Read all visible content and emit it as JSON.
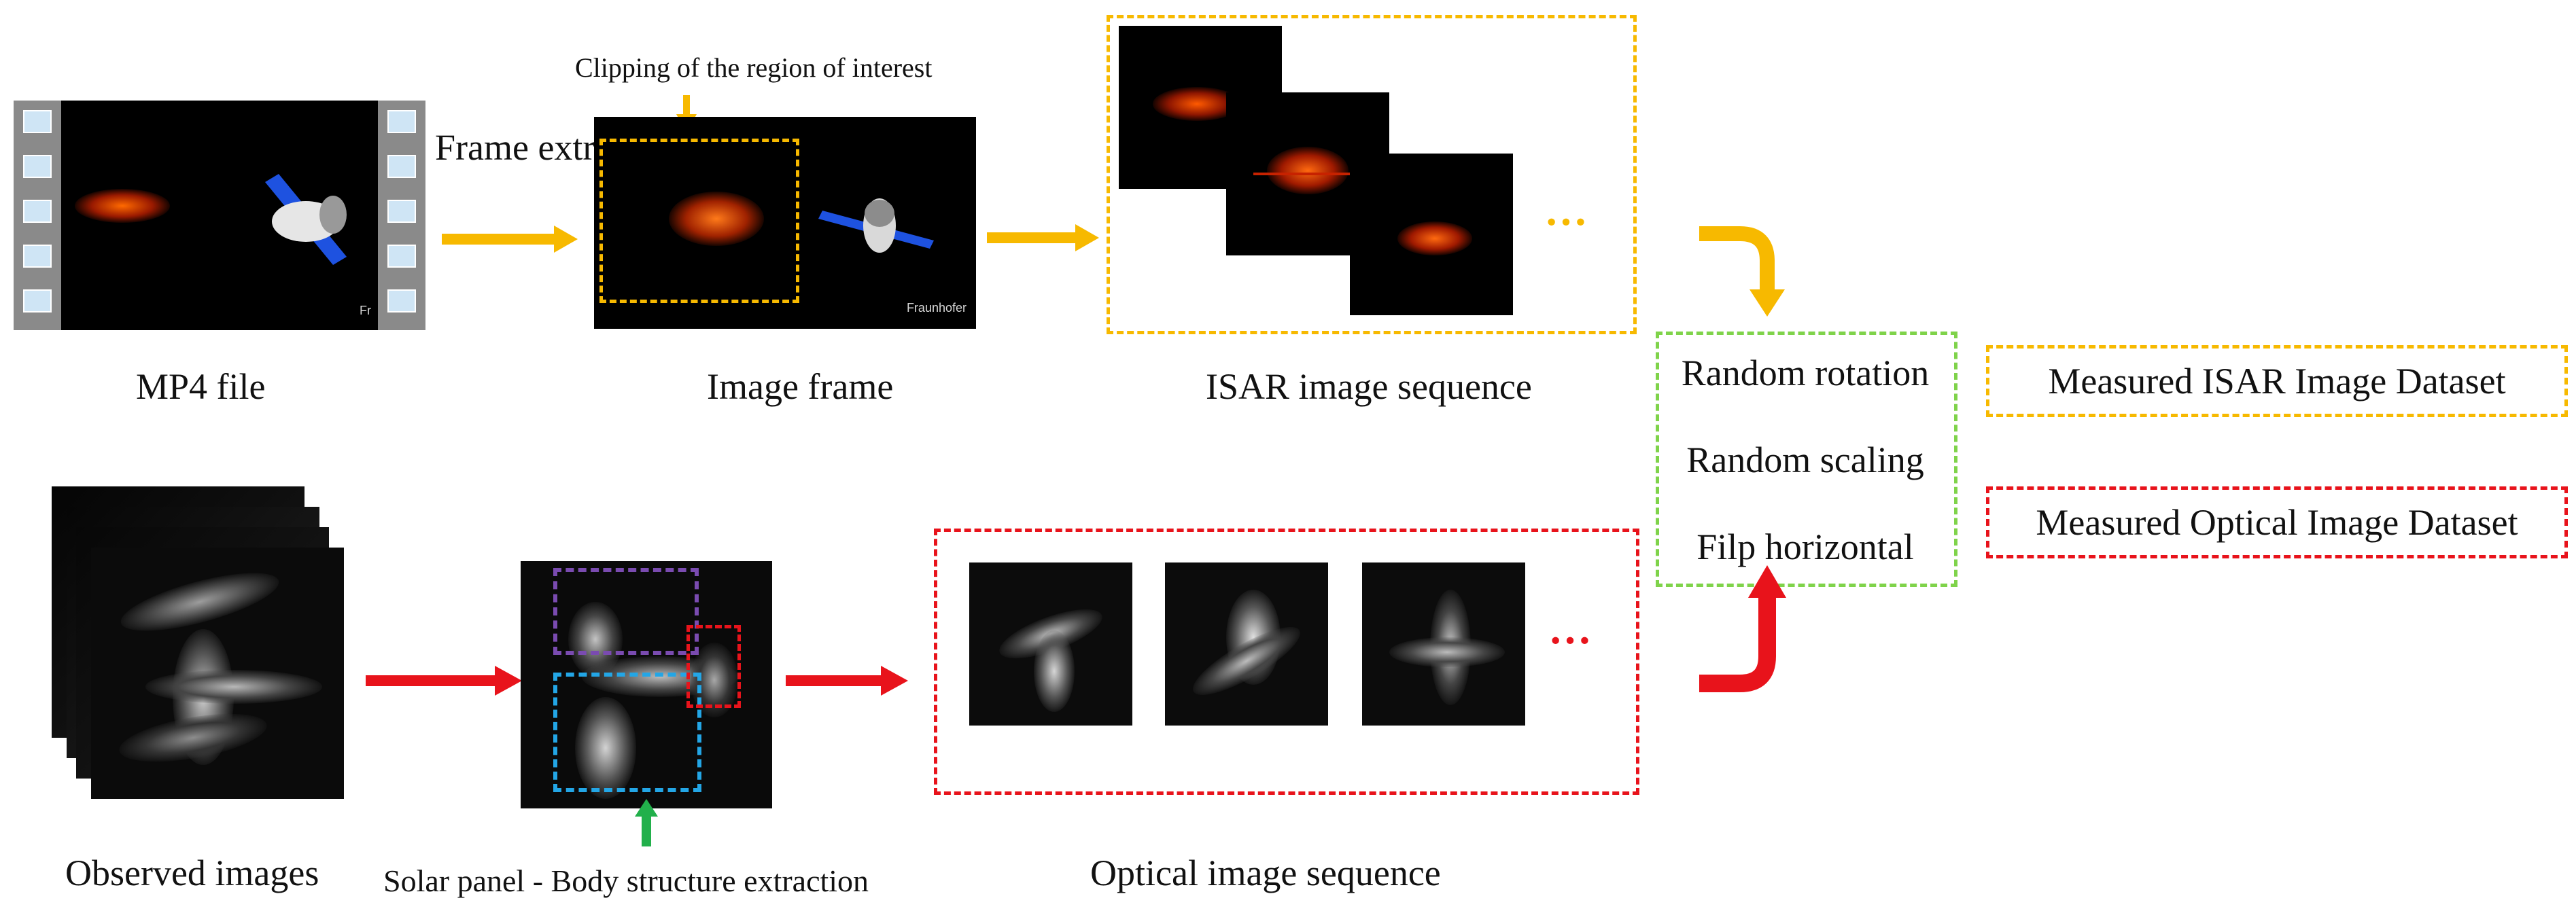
{
  "top_row": {
    "mp4_label": "MP4 file",
    "frame_extraction_label": "Frame extraction",
    "clipping_label": "Clipping of the region of interest",
    "image_frame_label": "Image frame",
    "isar_sequence_label": "ISAR image sequence",
    "watermark": "Fraunhofer",
    "watermark_short": "Fr",
    "ellipsis": "···"
  },
  "bottom_row": {
    "observed_label": "Observed images",
    "extraction_label": "Solar panel - Body structure extraction",
    "optical_sequence_label": "Optical image sequence",
    "ellipsis": "···"
  },
  "augmentation": {
    "items": [
      "Random rotation",
      "Random scaling",
      "Filp horizontal"
    ]
  },
  "datasets": {
    "isar": "Measured ISAR Image Dataset",
    "optical": "Measured Optical Image Dataset"
  },
  "colors": {
    "yellow": "#f7b900",
    "red": "#e8131b",
    "green_dash": "#7fd34a",
    "green_arrow": "#22b04b",
    "purple": "#7a4bb0",
    "blue": "#23a6e6"
  },
  "icons": {
    "mp4": "film-strip-icon",
    "satellite": "satellite-icon",
    "flow_arrow": "arrow-right-icon",
    "turn_arrow": "curved-arrow-icon"
  }
}
